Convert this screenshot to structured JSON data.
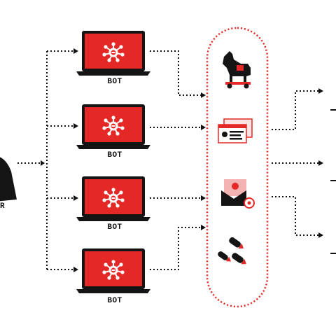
{
  "labels": {
    "bots": [
      "BOT",
      "BOT",
      "BOT",
      "BOT"
    ],
    "hacker_partial": "R"
  },
  "colors": {
    "screen_red": "#e42825",
    "laptop_black": "#141414",
    "dot_red": "#e42825",
    "dot_black": "#111111",
    "envelope_pink": "#f4b3b3"
  },
  "icons": {
    "bot_screen": "network-hub-icon",
    "malware": [
      "trojan-horse-icon",
      "identity-theft-icon",
      "phishing-email-icon",
      "bomb-attack-icon"
    ],
    "hacker": "hooded-hacker-icon"
  }
}
